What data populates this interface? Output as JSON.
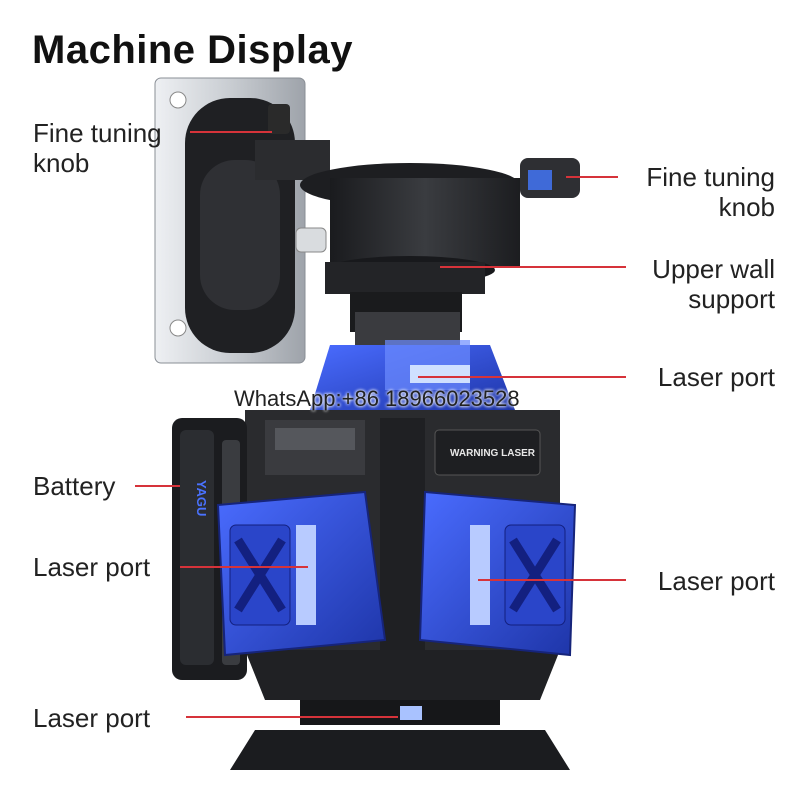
{
  "title": "Machine Display",
  "watermark": "WhatsApp:+86 18966023528",
  "device": {
    "warning_text": "WARNING LASER",
    "battery_brand": "YAGU"
  },
  "labels": {
    "fine_tuning_left": [
      "Fine tuning",
      "knob"
    ],
    "fine_tuning_right": [
      "Fine tuning",
      "knob"
    ],
    "upper_wall_support": [
      "Upper wall",
      "support"
    ],
    "laser_port_upper": "Laser port",
    "battery": "Battery",
    "laser_port_left": "Laser port",
    "laser_port_right": "Laser port",
    "laser_port_bottom": "Laser port"
  },
  "colors": {
    "accent_blue": "#2f4fd8",
    "leader_red": "#d6333a",
    "body_dark": "#2a2b2e",
    "bracket_silver": "#c9cdd2"
  }
}
